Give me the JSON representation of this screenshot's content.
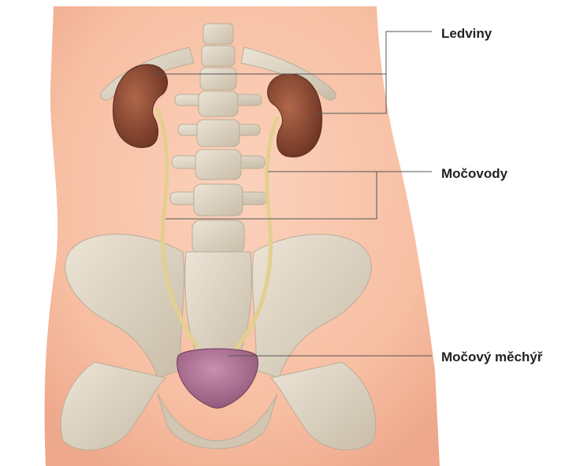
{
  "labels": {
    "kidneys": "Ledviny",
    "ureters": "Močovody",
    "bladder": "Močový měchýř"
  },
  "colors": {
    "skin": "#f9c3a7",
    "skin_shadow": "#eaa98c",
    "bone": "#ddd3c2",
    "bone_shadow": "#b9ad99",
    "kidney": "#8a4a33",
    "ureter": "#e3cf8f",
    "bladder": "#a56b8e",
    "leader_line": "#555555"
  }
}
